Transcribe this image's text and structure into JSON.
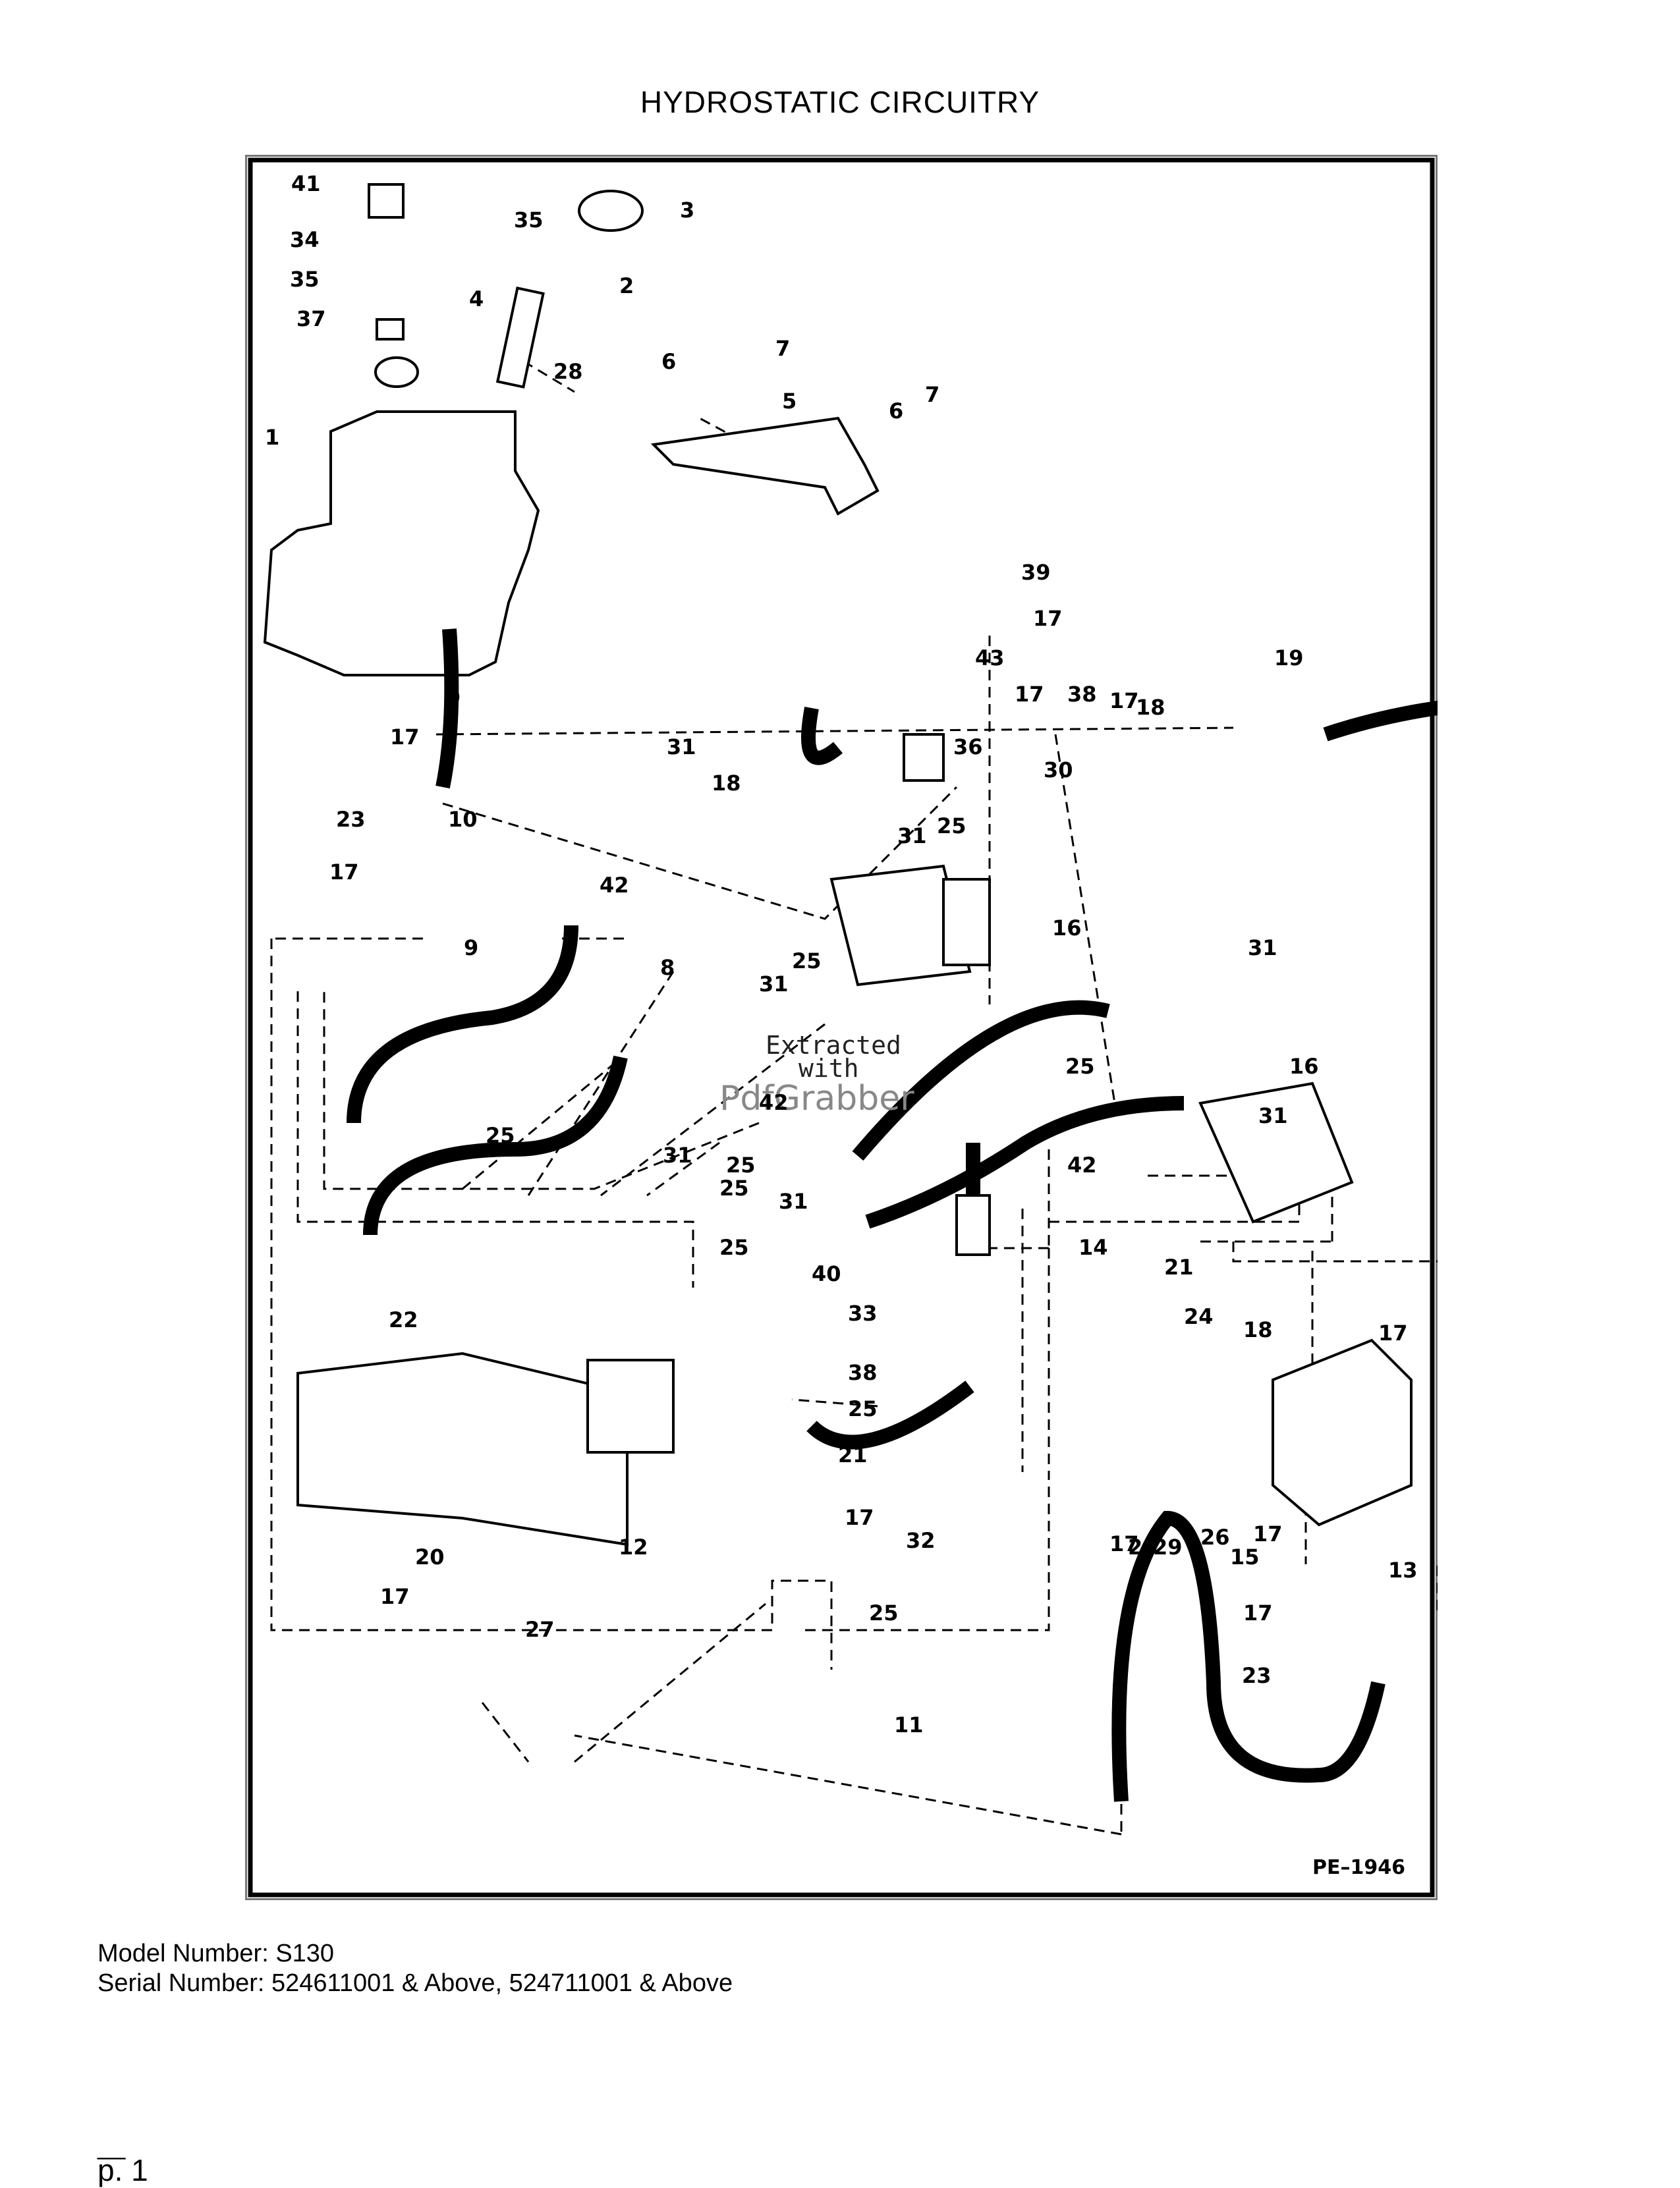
{
  "title": "HYDROSTATIC CIRCUITRY",
  "diagram": {
    "reference": "PE–1946",
    "watermark": {
      "line1": "Extracted",
      "line2": "with",
      "line3": "PdfGrabber"
    },
    "callouts": [
      "41",
      "3",
      "35",
      "34",
      "35",
      "37",
      "4",
      "2",
      "7",
      "28",
      "6",
      "5",
      "6",
      "7",
      "1",
      "39",
      "17",
      "43",
      "17",
      "38",
      "17",
      "18",
      "19",
      "36",
      "30",
      "9",
      "17",
      "23",
      "31",
      "10",
      "17",
      "18",
      "31",
      "25",
      "42",
      "16",
      "25",
      "9",
      "31",
      "8",
      "31",
      "42",
      "25",
      "16",
      "31",
      "25",
      "31",
      "42",
      "25",
      "25",
      "25",
      "31",
      "40",
      "33",
      "14",
      "21",
      "22",
      "17",
      "24",
      "18",
      "17",
      "38",
      "25",
      "21",
      "17",
      "17",
      "29",
      "26",
      "26",
      "13",
      "20",
      "17",
      "12",
      "25",
      "32",
      "27",
      "15",
      "17",
      "23",
      "11"
    ]
  },
  "footer": {
    "model": "Model Number: S130",
    "serial": "Serial Number: 524611001 & Above, 524711001 & Above",
    "rule": "__",
    "page": "p. 1"
  }
}
